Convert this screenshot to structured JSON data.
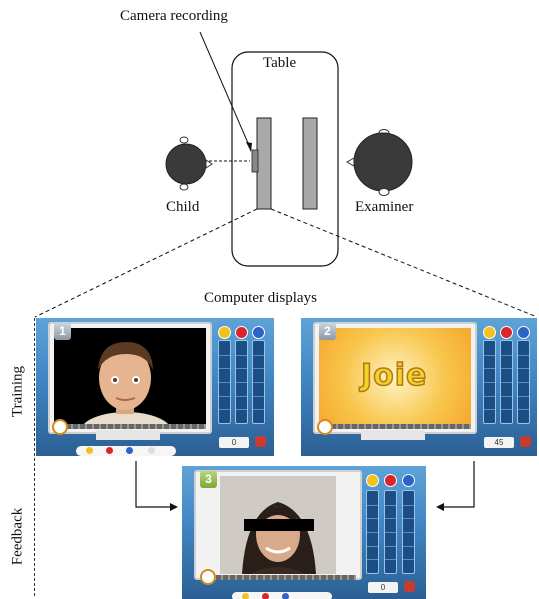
{
  "labels": {
    "camera": "Camera recording",
    "table": "Table",
    "child": "Child",
    "examiner": "Examiner",
    "computer_displays": "Computer displays",
    "training": "Training",
    "feedback": "Feedback"
  },
  "panels": {
    "panel1": {
      "number": "1",
      "score": "0"
    },
    "panel2": {
      "number": "2",
      "word": "Joie",
      "score": "45"
    },
    "panel3": {
      "number": "3",
      "score": "0"
    }
  },
  "colors": {
    "panel_blue": "#3f86c4",
    "bar_blue": "#1c4e86",
    "face_yellow": "#f2c21b",
    "face_red": "#d9262a",
    "face_blue": "#2b63c6",
    "screen2_orange": "#f6a72b"
  },
  "icons": [
    "camera-icon",
    "head-icon",
    "face-icon",
    "clock-icon",
    "bag-icon"
  ]
}
